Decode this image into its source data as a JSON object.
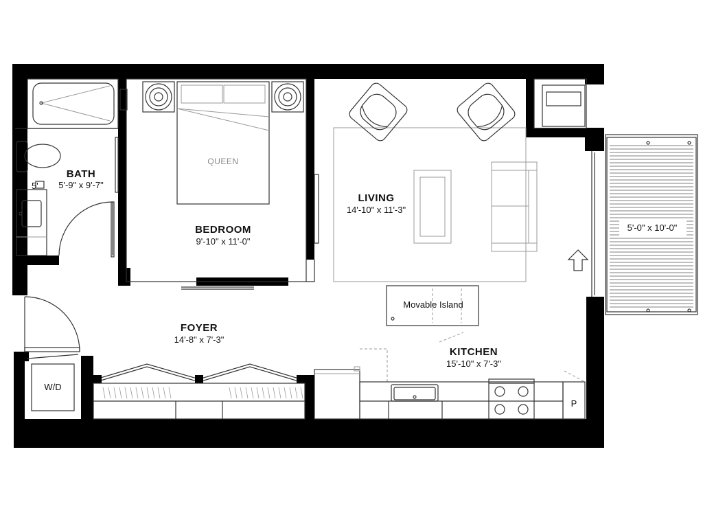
{
  "rooms": {
    "bath": {
      "name": "BATH",
      "dims": "5'-9\" x 9'-7\""
    },
    "bedroom": {
      "name": "BEDROOM",
      "dims": "9'-10\" x 11'-0\""
    },
    "living": {
      "name": "LIVING",
      "dims": "14'-10\" x 11'-3\""
    },
    "foyer": {
      "name": "FOYER",
      "dims": "14'-8\" x 7'-3\""
    },
    "kitchen": {
      "name": "KITCHEN",
      "dims": "15'-10\" x 7'-3\""
    },
    "balcony": {
      "dims": "5'-0\" x 10'-0\""
    }
  },
  "labels": {
    "queen": "QUEEN",
    "island": "Movable Island",
    "washer_dryer": "W/D",
    "pantry": "P",
    "bath_marker": "5'"
  }
}
